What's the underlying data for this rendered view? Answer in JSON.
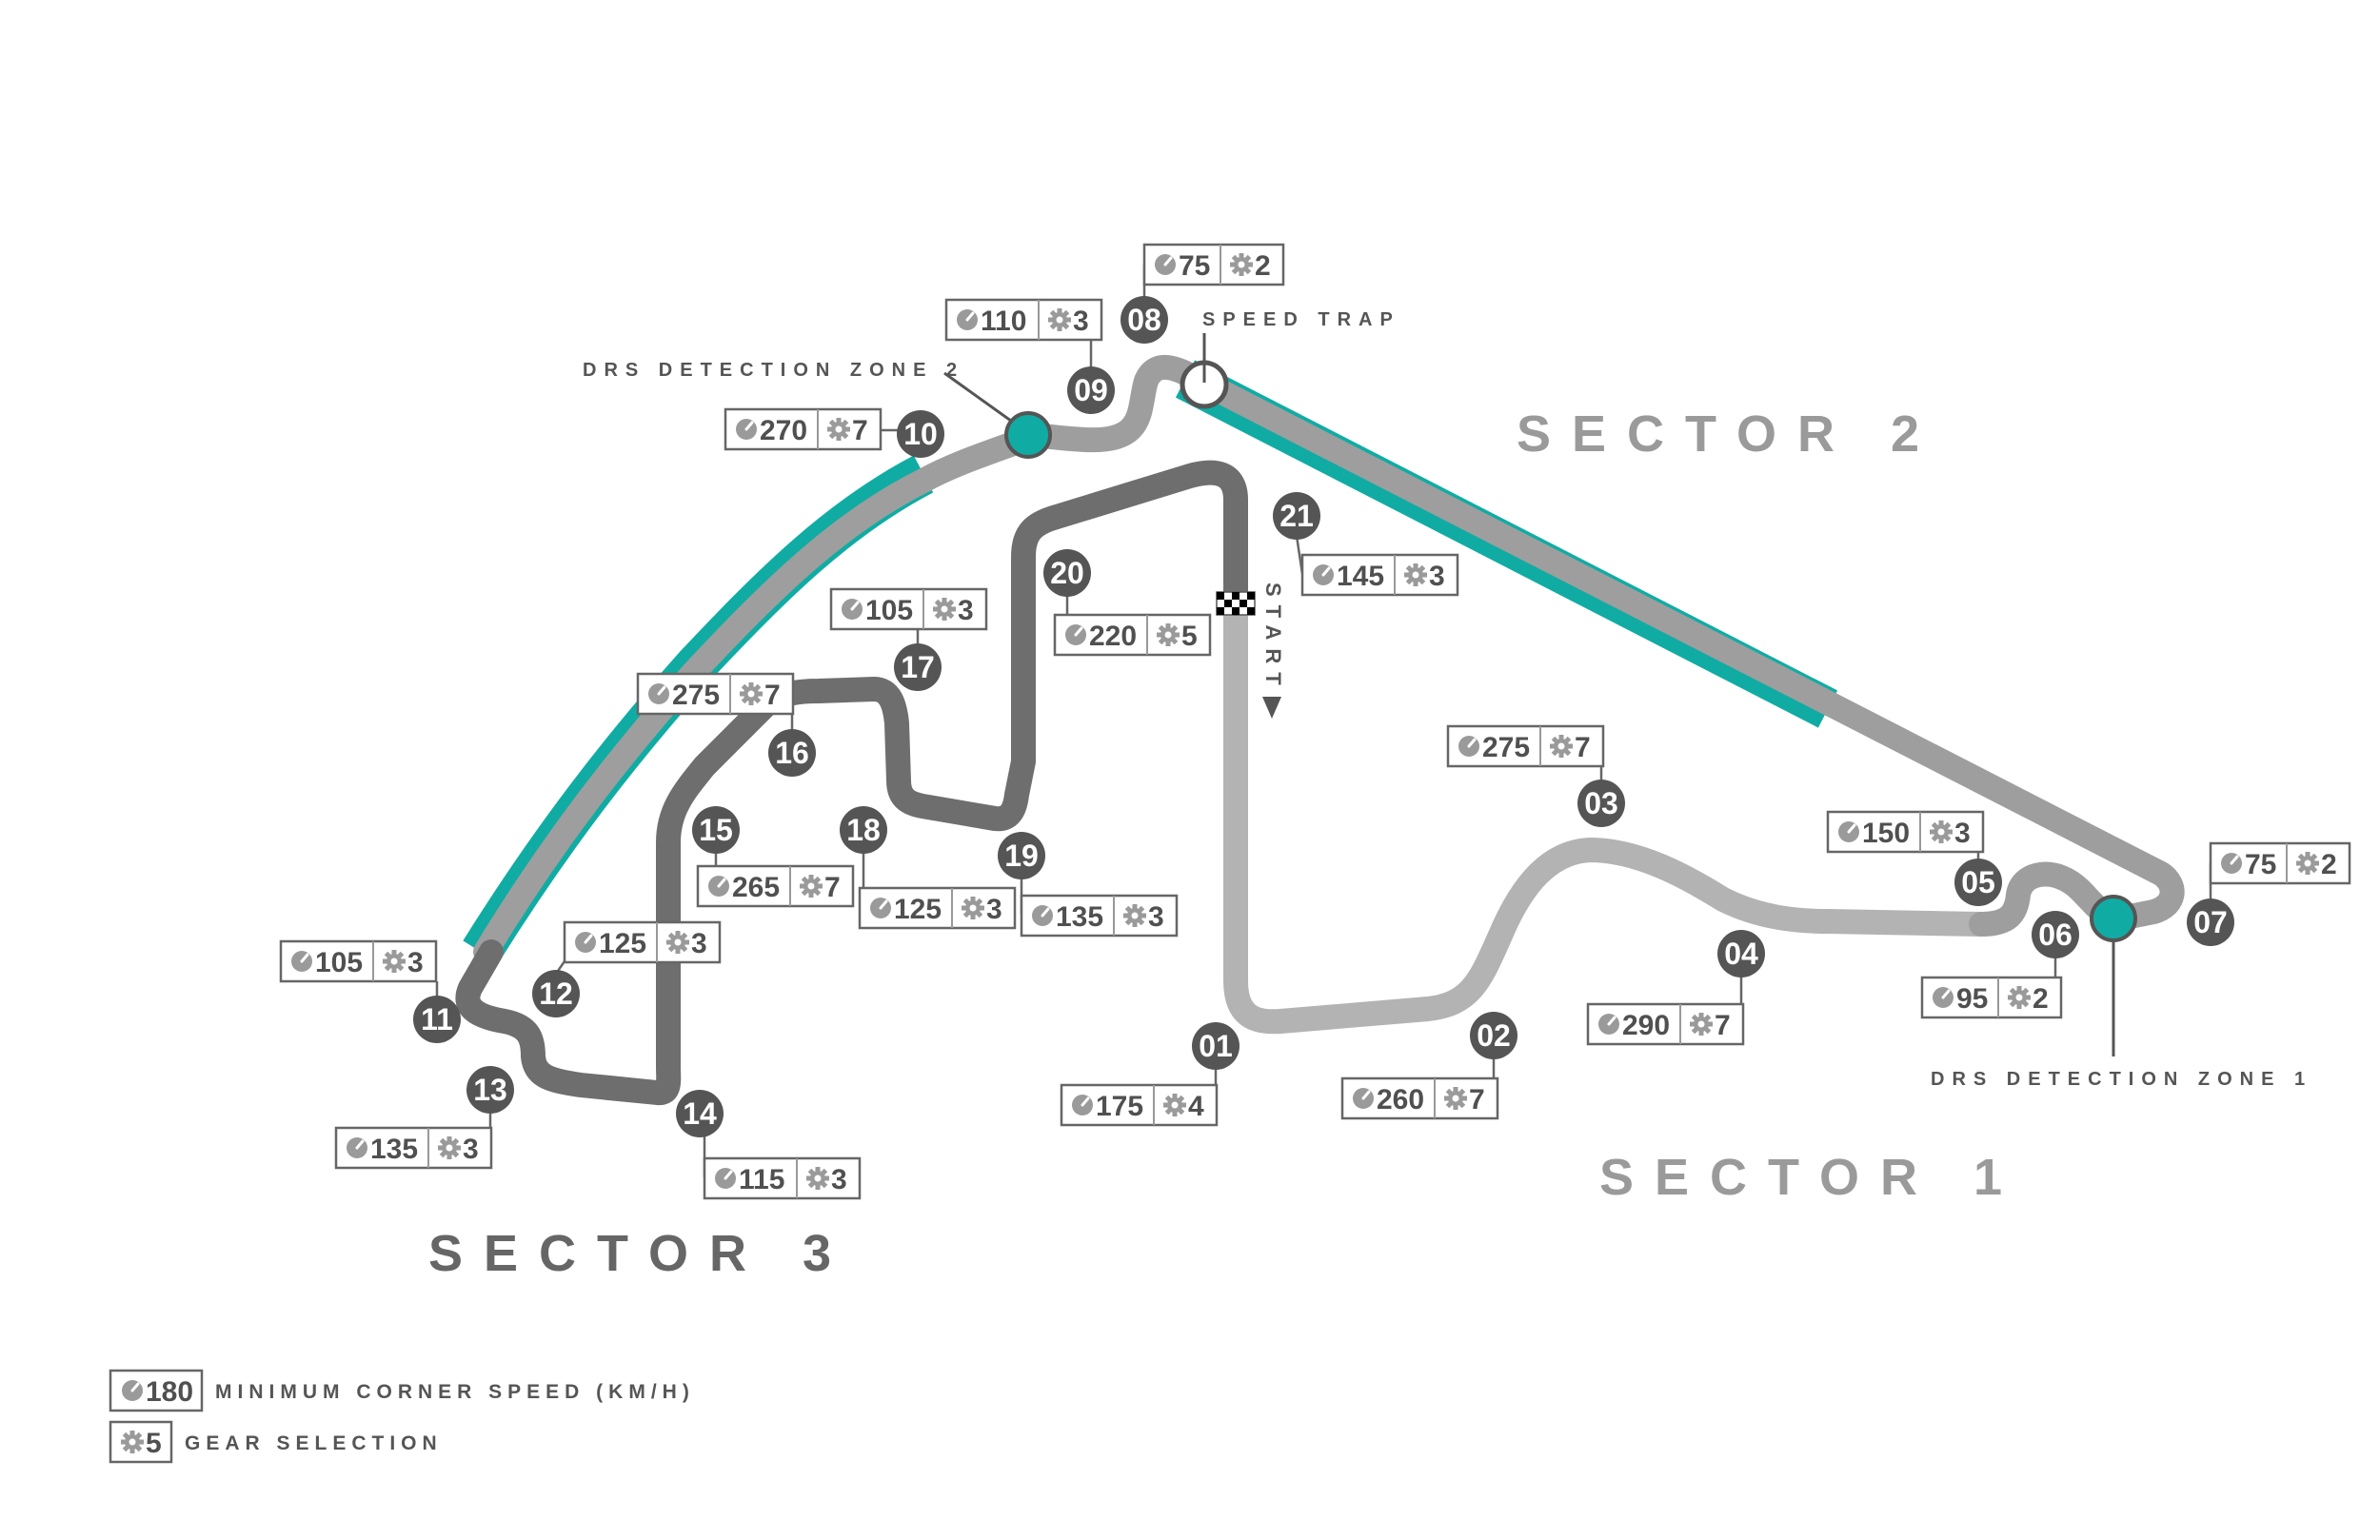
{
  "colors": {
    "sector1_track": "#b3b3b3",
    "sector2_track": "#9e9e9e",
    "sector3_track": "#6e6e6e",
    "drs_zone": "#10aca4",
    "badge": "#555555",
    "box_border": "#666666",
    "icon": "#9a9a9a"
  },
  "sectors": [
    {
      "label": "SECTOR 1"
    },
    {
      "label": "SECTOR 2"
    },
    {
      "label": "SECTOR 3"
    }
  ],
  "markers": {
    "start_label": "START",
    "speed_trap_label": "SPEED TRAP",
    "drs1_label": "DRS DETECTION ZONE 1",
    "drs2_label": "DRS DETECTION ZONE 2"
  },
  "turns": [
    {
      "number": "01",
      "speed": "175",
      "gear": "4"
    },
    {
      "number": "02",
      "speed": "260",
      "gear": "7"
    },
    {
      "number": "03",
      "speed": "275",
      "gear": "7"
    },
    {
      "number": "04",
      "speed": "290",
      "gear": "7"
    },
    {
      "number": "05",
      "speed": "150",
      "gear": "3"
    },
    {
      "number": "06",
      "speed": "95",
      "gear": "2"
    },
    {
      "number": "07",
      "speed": "75",
      "gear": "2"
    },
    {
      "number": "08",
      "speed": "75",
      "gear": "2"
    },
    {
      "number": "09",
      "speed": "110",
      "gear": "3"
    },
    {
      "number": "10",
      "speed": "270",
      "gear": "7"
    },
    {
      "number": "11",
      "speed": "105",
      "gear": "3"
    },
    {
      "number": "12",
      "speed": "125",
      "gear": "3"
    },
    {
      "number": "13",
      "speed": "135",
      "gear": "3"
    },
    {
      "number": "14",
      "speed": "115",
      "gear": "3"
    },
    {
      "number": "15",
      "speed": "265",
      "gear": "7"
    },
    {
      "number": "16",
      "speed": "275",
      "gear": "7"
    },
    {
      "number": "17",
      "speed": "105",
      "gear": "3"
    },
    {
      "number": "18",
      "speed": "125",
      "gear": "3"
    },
    {
      "number": "19",
      "speed": "135",
      "gear": "3"
    },
    {
      "number": "20",
      "speed": "220",
      "gear": "5"
    },
    {
      "number": "21",
      "speed": "145",
      "gear": "3"
    }
  ],
  "legend": {
    "speed_example": "180",
    "speed_label": "MINIMUM CORNER SPEED (KM/H)",
    "gear_example": "5",
    "gear_label": "GEAR SELECTION"
  }
}
